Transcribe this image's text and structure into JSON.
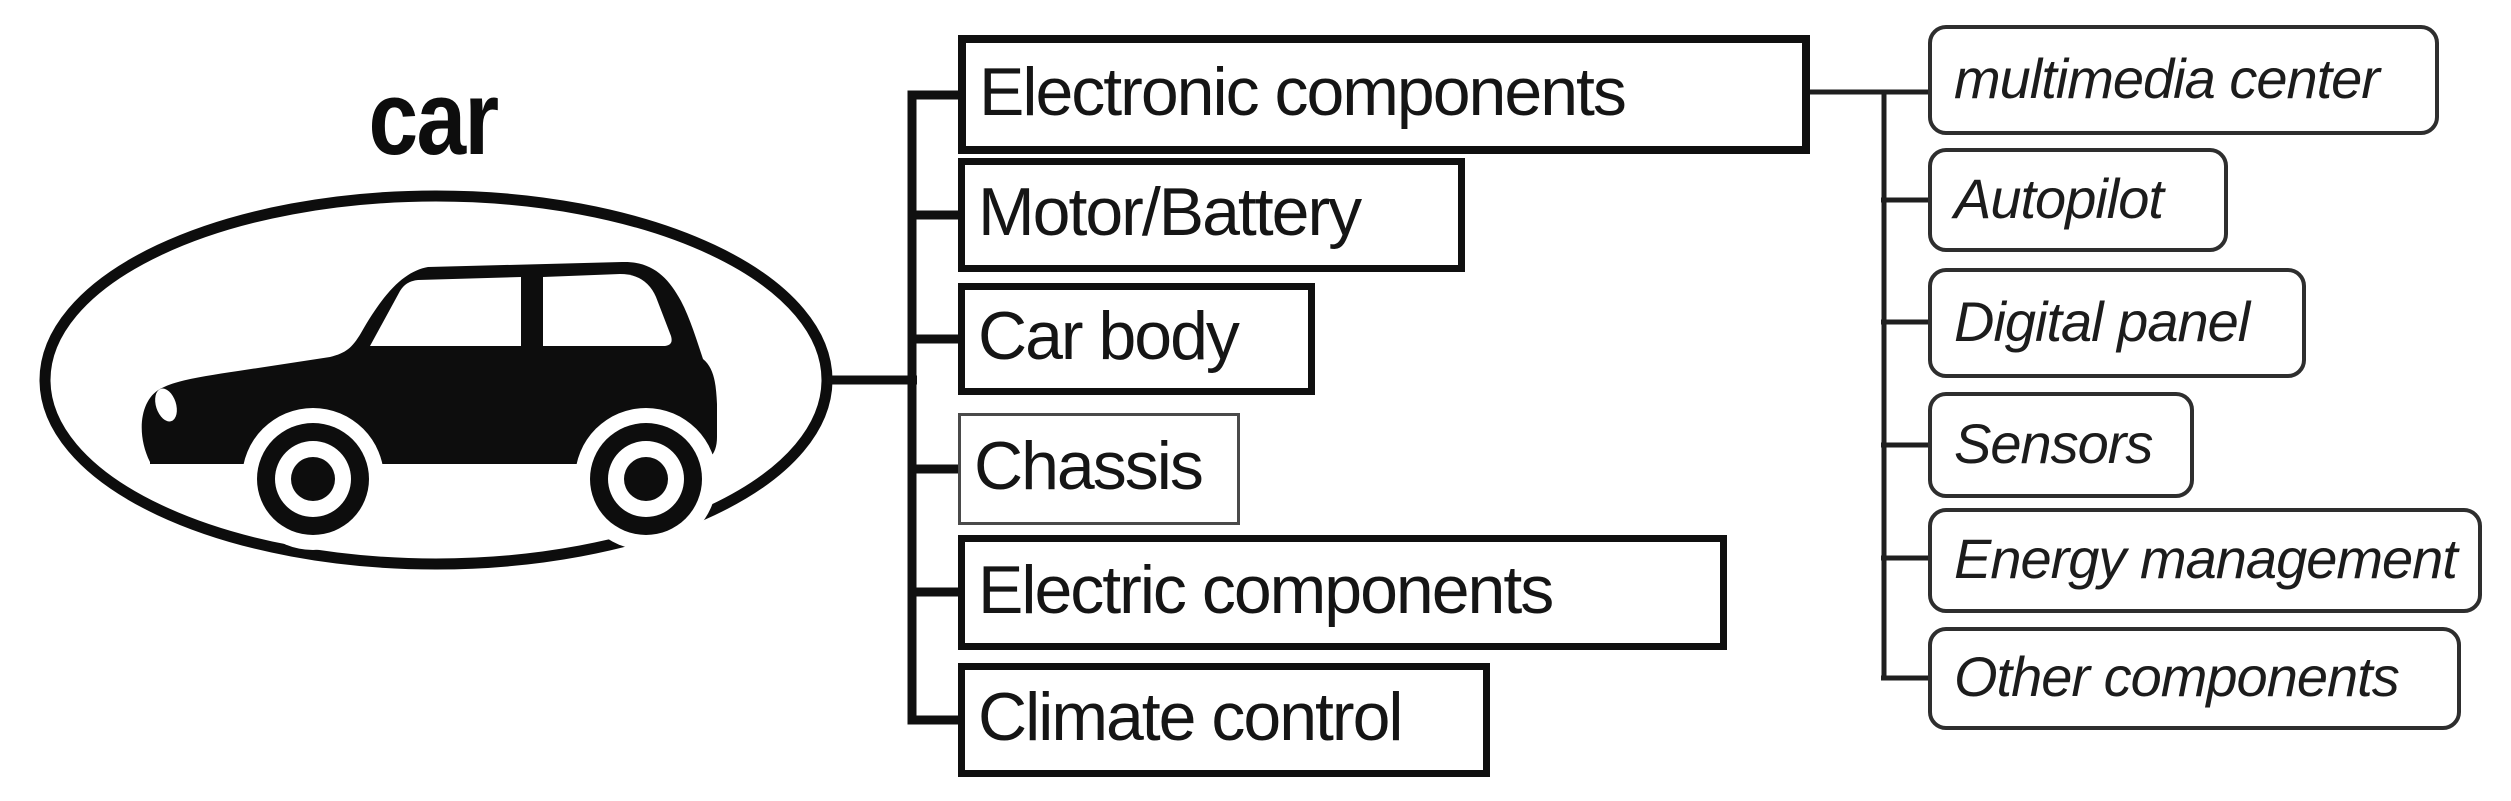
{
  "root": {
    "label": "car",
    "icon": "car-icon"
  },
  "level1": [
    {
      "label": "Electronic components"
    },
    {
      "label": "Motor/Battery"
    },
    {
      "label": "Car body"
    },
    {
      "label": "Chassis"
    },
    {
      "label": "Electric components"
    },
    {
      "label": "Climate control"
    }
  ],
  "level2": [
    {
      "label": "multimedia center"
    },
    {
      "label": "Autopilot"
    },
    {
      "label": "Digital panel"
    },
    {
      "label": "Sensors"
    },
    {
      "label": "Energy management"
    },
    {
      "label": "Other components"
    }
  ],
  "colors": {
    "background": "#ffffff",
    "line": "#101010",
    "leaf_line": "#2e2e2e",
    "node_fill": "#ffffff",
    "text": "#141414"
  }
}
